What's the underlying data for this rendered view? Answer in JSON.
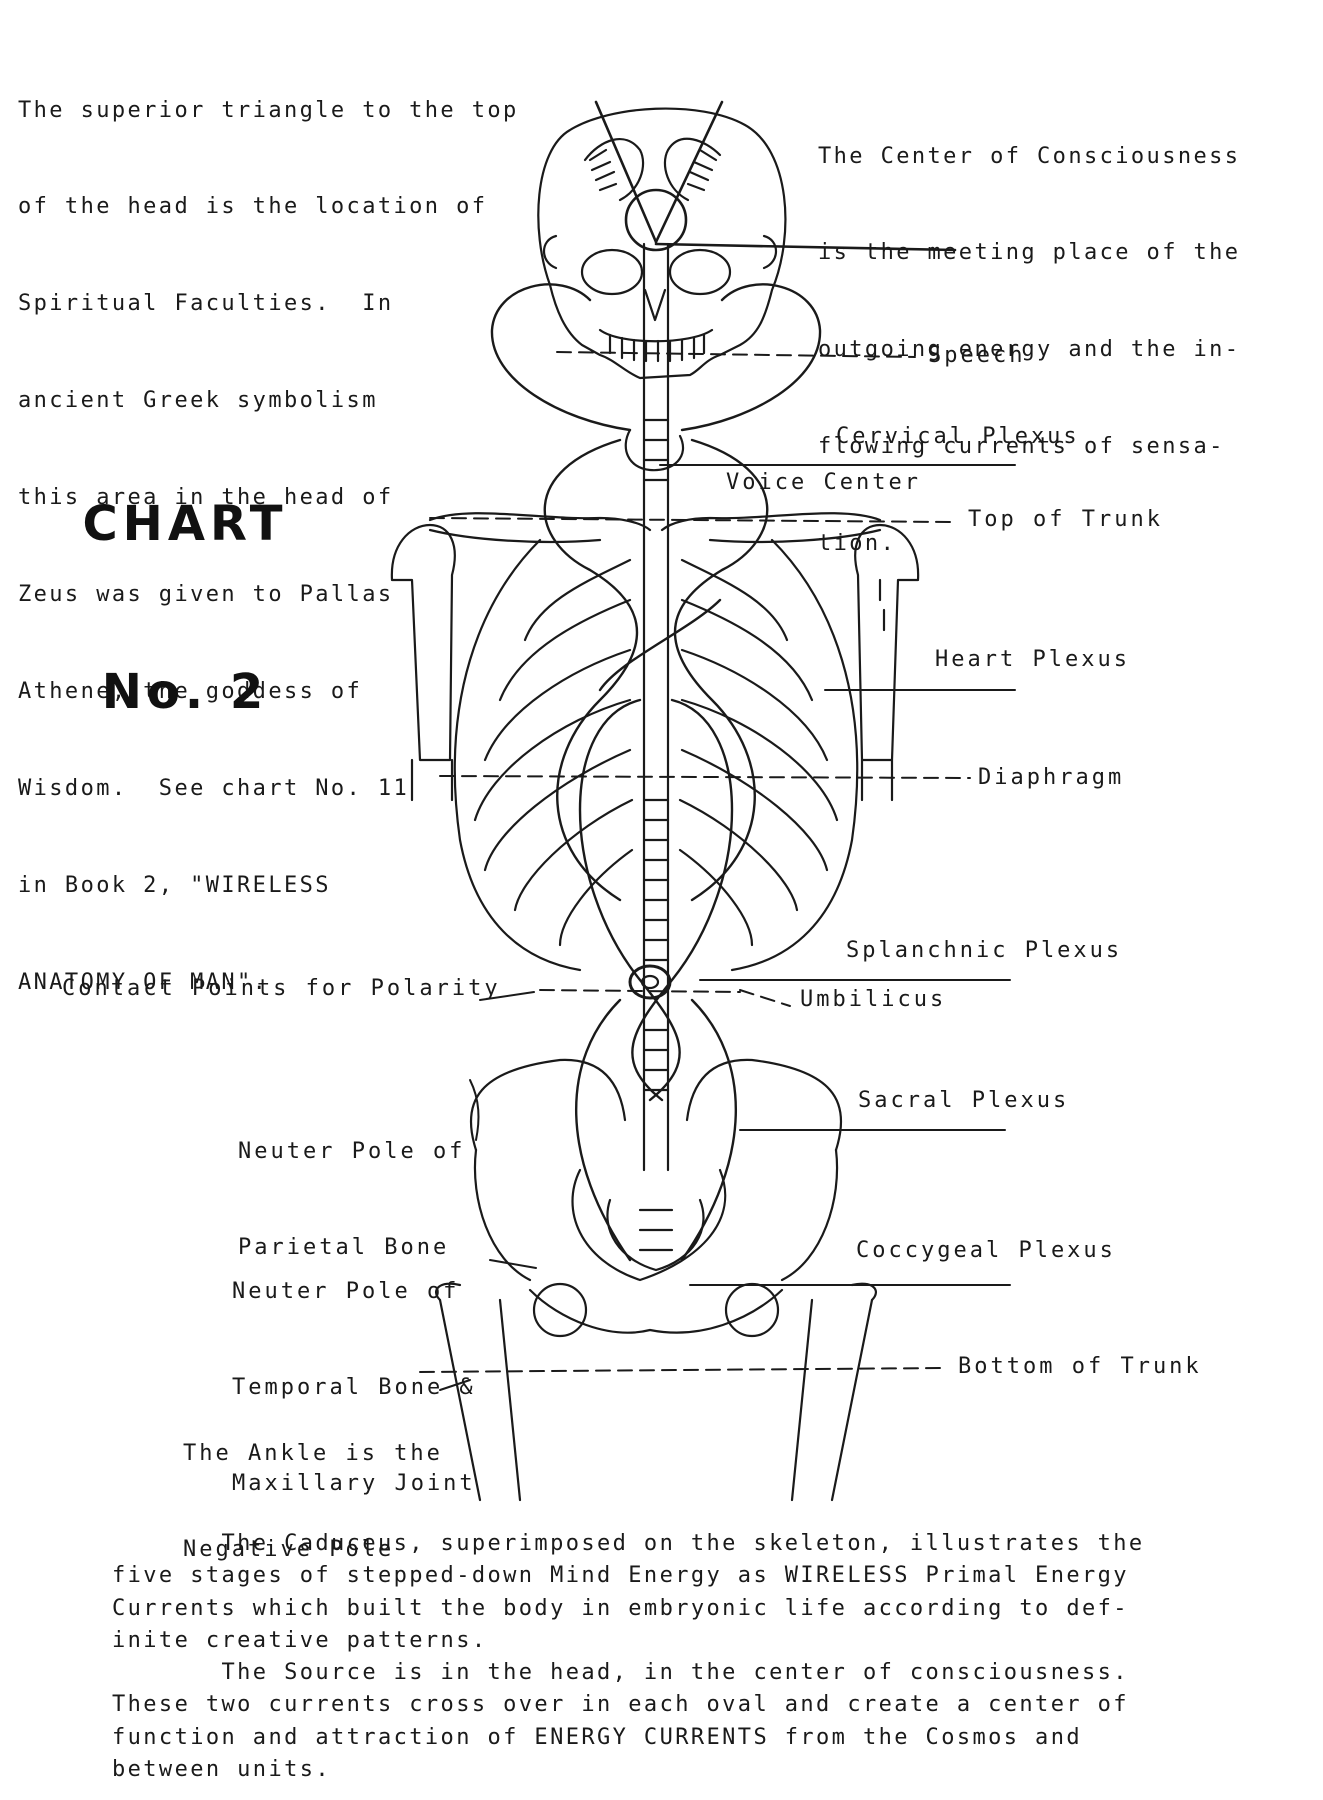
{
  "chart_title": {
    "line1": "CHART",
    "line2": "No. 2"
  },
  "intro_note": {
    "lines": [
      "The superior triangle to the top",
      "of the head is the location of",
      "Spiritual Faculties.  In",
      "ancient Greek symbolism",
      "this area in the head of",
      "Zeus was given to Pallas",
      "Athene, the goddess of",
      "Wisdom.  See chart No. 11",
      "in Book 2, \"WIRELESS",
      "ANATOMY OF MAN\"."
    ]
  },
  "consciousness_note": {
    "lines": [
      "The Center of Consciousness",
      "is the meeting place of the",
      "outgoing energy and the in-",
      "flowing currents of sensa-",
      "tion."
    ]
  },
  "labels": {
    "speech": "Speech",
    "cervical_plexus": "Cervical Plexus",
    "voice_center": "Voice Center",
    "top_of_trunk": "Top of Trunk",
    "heart_plexus": "Heart Plexus",
    "diaphragm": "Diaphragm",
    "splanchnic_plexus": "Splanchnic Plexus",
    "contact_points": "Contact Points for Polarity",
    "umbilicus": "Umbilicus",
    "neuter_parietal_1": "Neuter Pole of",
    "neuter_parietal_2": "Parietal Bone",
    "sacral_plexus": "Sacral Plexus",
    "neuter_temporal_1": "Neuter Pole of",
    "neuter_temporal_2": "Temporal Bone &",
    "neuter_temporal_3": "Maxillary Joint",
    "coccygeal_plexus": "Coccygeal Plexus",
    "bottom_of_trunk": "Bottom of Trunk",
    "ankle_1": "The Ankle is the",
    "ankle_2": "Negative Pole"
  },
  "caption": {
    "lines": [
      "       The Caduceus, superimposed on the skeleton, illustrates the",
      "five stages of stepped-down Mind Energy as WIRELESS Primal Energy",
      "Currents which built the body in embryonic life according to def-",
      "inite creative patterns.",
      "       The Source is in the head, in the center of consciousness.",
      "These two currents cross over in each oval and create a center of",
      "function and attraction of ENERGY CURRENTS from the Cosmos and",
      "between units."
    ]
  },
  "colors": {
    "ink": "#1a1a1a",
    "paper": "#ffffff"
  }
}
